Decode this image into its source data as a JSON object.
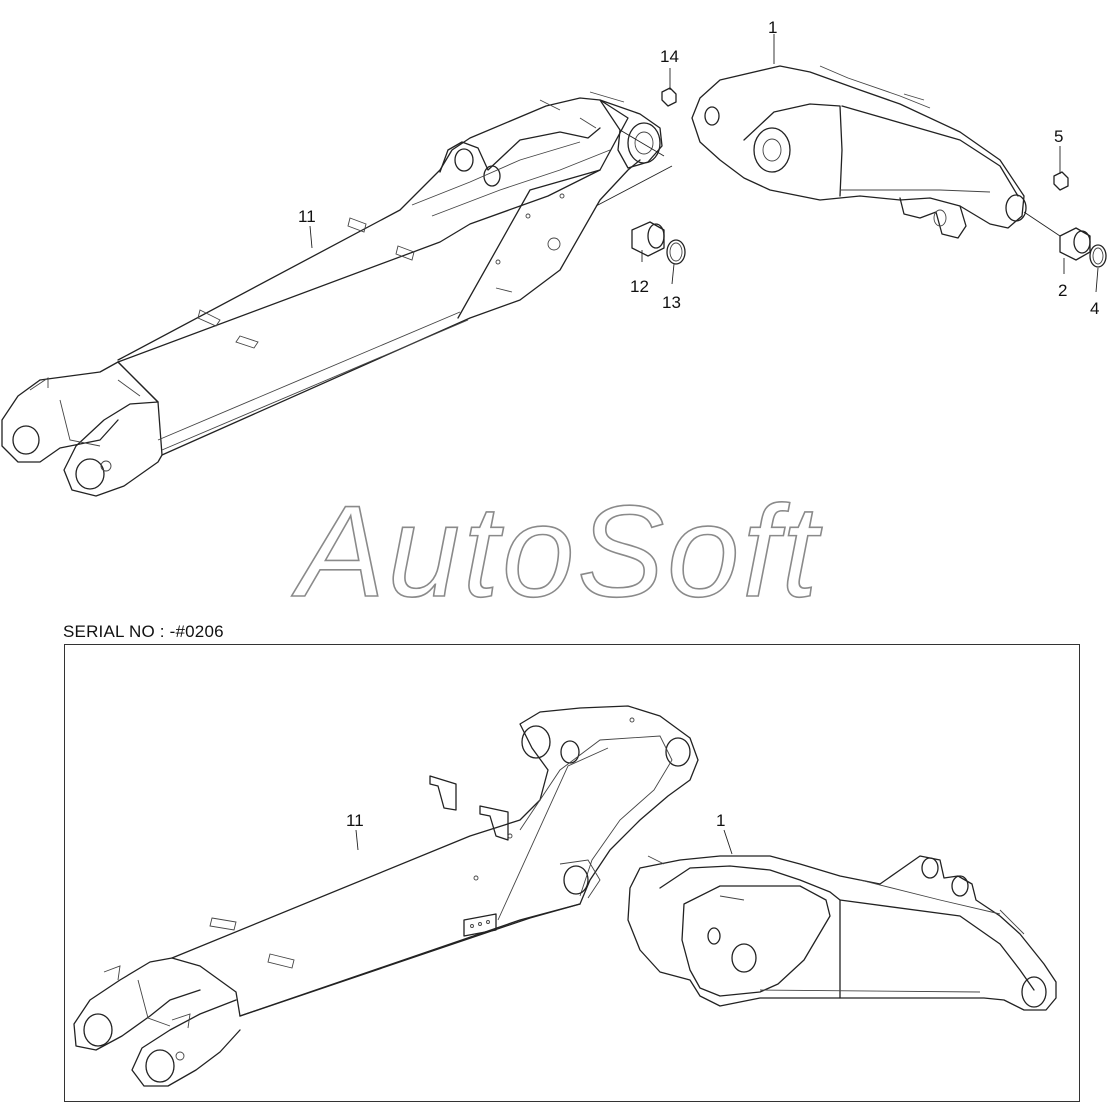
{
  "diagram": {
    "upper_callouts": [
      "1",
      "14",
      "5",
      "11",
      "12",
      "13",
      "2",
      "4"
    ],
    "lower_callouts": [
      "11",
      "1"
    ],
    "serial_label": "SERIAL NO : -#0206",
    "watermark": "AutoSoft"
  }
}
